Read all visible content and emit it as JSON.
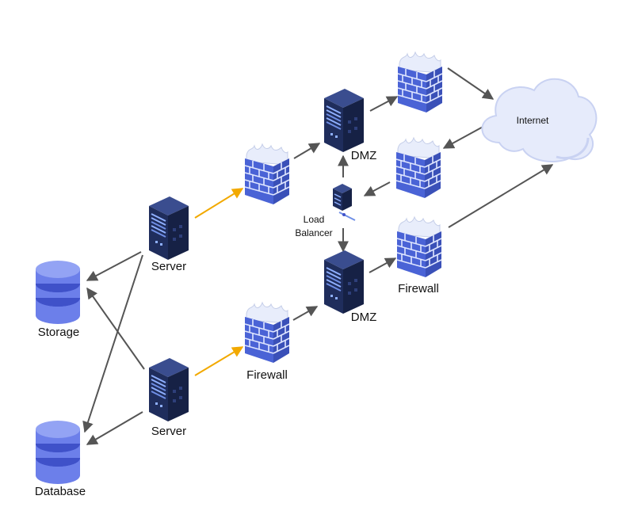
{
  "colors": {
    "background": "#ffffff",
    "arrow_dark": "#555555",
    "arrow_orange": "#f2a900",
    "server_body": "#1f2d5c",
    "server_light": "#2e3f7a",
    "server_dark": "#162145",
    "server_leds": "#8fb0ff",
    "firewall_brick": "#4a63d6",
    "firewall_brick_light": "#6e86ea",
    "firewall_mortar": "#dfe6ff",
    "flame": "#e8edfb",
    "flame_edge": "#c4cde8",
    "storage_blue": "#6c7fea",
    "storage_light": "#93a3f4",
    "storage_band": "#3f51c9",
    "cloud": "#e6ebfb",
    "cloud_shadow": "#c9d2f2",
    "text": "#111111"
  },
  "labels": {
    "storage": "Storage",
    "database": "Database",
    "server_top": "Server",
    "server_bottom": "Server",
    "firewall_lower_left": "Firewall",
    "firewall_lower_right": "Firewall",
    "dmz_top": "DMZ",
    "dmz_bottom": "DMZ",
    "load_balancer_line1": "Load",
    "load_balancer_line2": "Balancer",
    "internet": "Internet"
  }
}
